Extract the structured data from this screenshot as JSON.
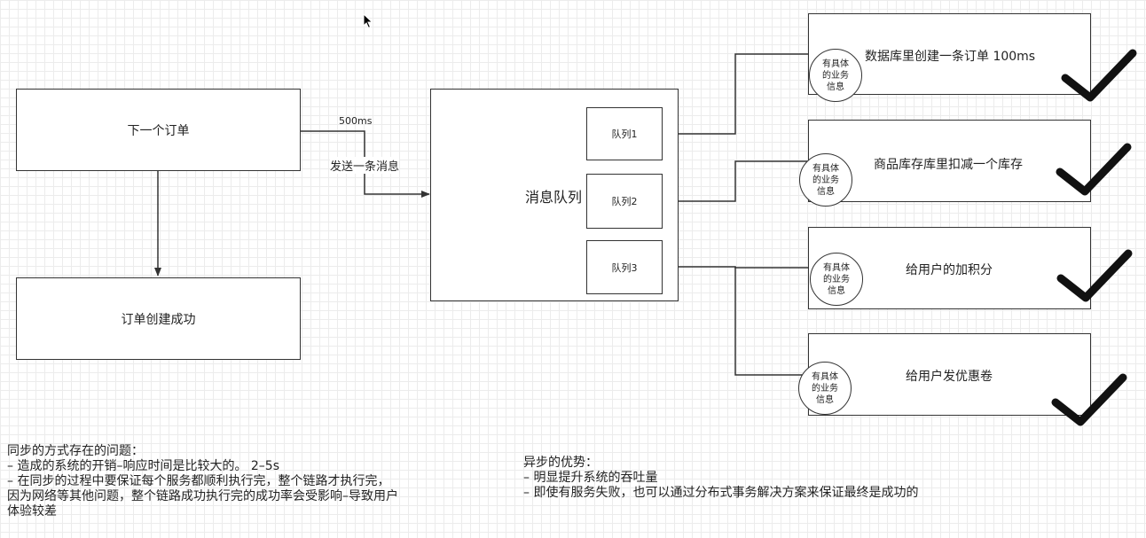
{
  "left": {
    "order_box": "下一个订单",
    "success_box": "订单创建成功",
    "timing_label": "500ms",
    "send_label": "发送一条消息"
  },
  "mq": {
    "title": "消息队列",
    "queues": [
      "队列1",
      "队列2",
      "队列3"
    ]
  },
  "services": [
    {
      "label": "数据库里创建一条订单 100ms",
      "badge": [
        "有具体",
        "的业务",
        "信息"
      ]
    },
    {
      "label": "商品库存库里扣减一个库存",
      "badge": [
        "有具体",
        "的业务",
        "信息"
      ]
    },
    {
      "label": "给用户的加积分",
      "badge": [
        "有具体",
        "的业务",
        "信息"
      ]
    },
    {
      "label": "给用户发优惠卷",
      "badge": [
        "有具体",
        "的业务",
        "信息"
      ]
    }
  ],
  "notes": {
    "sync": [
      "同步的方式存在的问题：",
      "– 造成的系统的开销–响应时间是比较大的。 2–5s",
      "– 在同步的过程中要保证每个服务都顺利执行完，整个链路才执行完，",
      "因为网络等其他问题，整个链路成功执行完的成功率会受影响–导致用户",
      "体验较差"
    ],
    "async": [
      "异步的优势：",
      "– 明显提升系统的吞吐量",
      "– 即使有服务失败，也可以通过分布式事务解决方案来保证最终是成功的"
    ]
  },
  "icons": {
    "checkmark": "check-icon",
    "cursor": "mouse-cursor-icon"
  },
  "colors": {
    "stroke": "#333333",
    "check": "#111111",
    "grid": "#ececec"
  }
}
